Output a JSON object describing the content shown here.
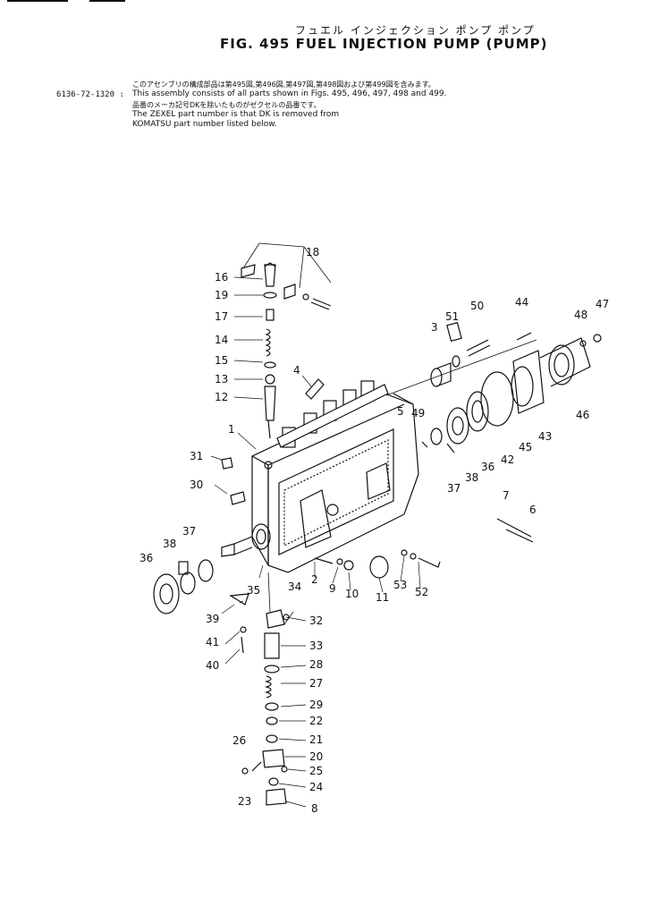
{
  "header": {
    "title_jp": "フュエル インジェクション ポンプ ポンプ",
    "title": "FIG. 495  FUEL INJECTION PUMP (PUMP)",
    "part_number": "6136-72-1320 :",
    "note_jp_1": "このアセンブリの構成部品は第495図,第496図,第497図,第498図および第499図を含みます。",
    "note_en_1": "This assembly consists of all parts shown in Figs. 495, 496, 497, 498 and 499.",
    "note_jp_2": "品番のメーカ記号DKを除いたものがゼクセルの品番です。",
    "note_en_2": "The ZEXEL part number is that DK is removed from",
    "note_en_3": "KOMATSU part number listed below."
  },
  "callouts": {
    "c1": "1",
    "c2": "2",
    "c3": "3",
    "c4": "4",
    "c5": "5",
    "c6": "6",
    "c7": "7",
    "c8": "8",
    "c9": "9",
    "c10": "10",
    "c11": "11",
    "c12": "12",
    "c13": "13",
    "c14": "14",
    "c15": "15",
    "c16": "16",
    "c17": "17",
    "c18": "18",
    "c19": "19",
    "c20": "20",
    "c21": "21",
    "c22": "22",
    "c23": "23",
    "c24": "24",
    "c25": "25",
    "c26": "26",
    "c27": "27",
    "c28": "28",
    "c29": "29",
    "c30": "30",
    "c31": "31",
    "c32": "32",
    "c33": "33",
    "c34": "34",
    "c35": "35",
    "c36a": "36",
    "c36b": "36",
    "c37a": "37",
    "c37b": "37",
    "c38a": "38",
    "c38b": "38",
    "c39": "39",
    "c40": "40",
    "c41": "41",
    "c42": "42",
    "c43": "43",
    "c44": "44",
    "c45": "45",
    "c46": "46",
    "c47": "47",
    "c48": "48",
    "c49": "49",
    "c50": "50",
    "c51": "51",
    "c52": "52",
    "c53": "53"
  }
}
